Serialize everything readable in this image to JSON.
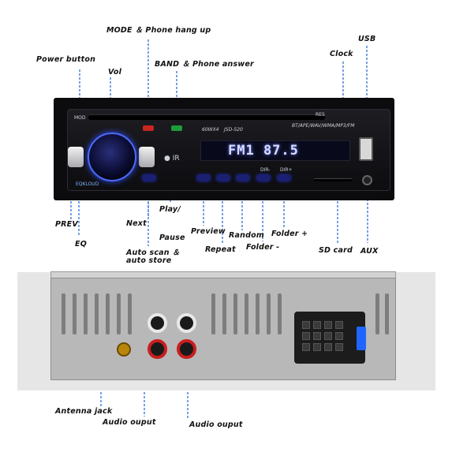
{
  "front_labels": {
    "mode": "MODE ＆ Phone hang up",
    "usb": "USB",
    "power": "Power button",
    "band": "BAND ＆ Phone answer",
    "clock": "Clock",
    "vol": "Vol",
    "prev": "PREV",
    "eq": "EQ",
    "next": "Next",
    "play_1": "Play/",
    "play_2": "Pause",
    "auto_1": "Auto scan ＆",
    "auto_2": "auto store",
    "preview": "Preview",
    "repeat": "Repeat",
    "random": "Random",
    "folder_minus": "Folder -",
    "folder_plus": "Folder +",
    "sd": "SD card",
    "aux": "AUX"
  },
  "device": {
    "lcd": "FM1 87.5",
    "model": "JSD-520",
    "power_rating": "60WX4",
    "formats": "BT/APE/WAV/WMA/MP3/FM",
    "dir_minus": "DIR-",
    "dir_plus": "DIR+",
    "brand": "EQKLOUD",
    "mode_small": "MOD",
    "res_small": "RES"
  },
  "back_labels": {
    "antenna": "Antenna jack",
    "audio_1": "Audio ouput",
    "audio_2": "Audio ouput"
  },
  "colors": {
    "blue_glow": "#3050ff",
    "rca_red": "#c81e1e",
    "rca_white": "#e8e8e8"
  }
}
